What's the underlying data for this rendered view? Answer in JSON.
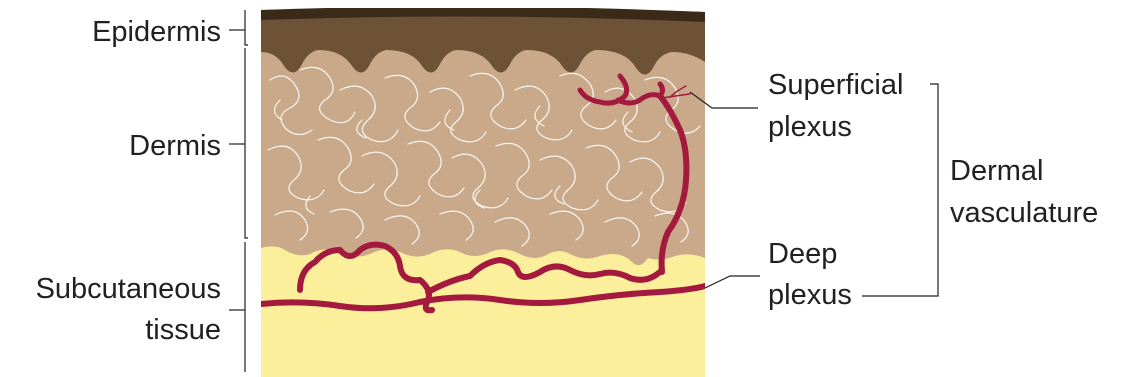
{
  "diagram": {
    "layer_labels": {
      "epidermis": "Epidermis",
      "dermis": "Dermis",
      "subcutaneous_line1": "Subcutaneous",
      "subcutaneous_line2": "tissue"
    },
    "vessel_labels": {
      "superficial_line1": "Superficial",
      "superficial_line2": "plexus",
      "deep_line1": "Deep",
      "deep_line2": "plexus"
    },
    "group_label": {
      "line1": "Dermal",
      "line2": "vasculature"
    },
    "colors": {
      "epidermis": "#6e5235",
      "epidermis_top": "#3a2a1a",
      "dermis": "#c9a98a",
      "dermis_fibers": "#ffffff",
      "subcutaneous": "#fbef9c",
      "vessels": "#a31a3e",
      "leader_lines": "#231f20"
    }
  }
}
